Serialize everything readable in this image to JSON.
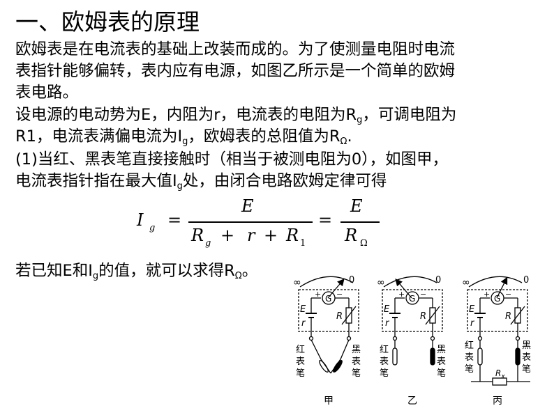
{
  "title": "一、欧姆表的原理",
  "para1": {
    "line1": " 欧姆表是在电流表的基础上改装而成的。为了使测量电阻时电流",
    "line2": "表指针能够偏转，表内应有电源，如图乙所示是一个简单的欧姆",
    "line3": "表电路。"
  },
  "para2": {
    "line1_a": "  设电源的电动势为E，内阻为r，电流表的电阻为R",
    "line1_sub": "g",
    "line1_b": "，可调电阻为",
    "line2_a": "R1，电流表满偏电流为I",
    "line2_sub1": "g",
    "line2_b": "，欧姆表的总阻值为R",
    "line2_sub2": "Ω",
    "line2_c": "."
  },
  "para3": {
    "line1": "(1)当红、黑表笔直接接触时（相当于被测电阻为0），如图甲，",
    "line2_a": "电流表指针指在最大值I",
    "line2_sub": "g",
    "line2_b": "处，由闭合电路欧姆定律可得"
  },
  "formula": {
    "lhs": "I",
    "lhs_sub": "g",
    "eq1": "=",
    "num1": "E",
    "den1_a": "R",
    "den1_a_sub": "g",
    "den1_plus1": "+",
    "den1_b": "r",
    "den1_plus2": "+",
    "den1_c": "R",
    "den1_c_sub": "1",
    "eq2": "=",
    "num2": "E",
    "den2": "R",
    "den2_sub": "Ω"
  },
  "para4": {
    "text_a": "若已知E和I",
    "sub1": "g",
    "text_b": "的值，就可以求得R",
    "sub2": "Ω",
    "text_c": "。"
  },
  "circuit": {
    "scale_inf": "∞",
    "scale_zero": "0",
    "plus": "+",
    "minus": "−",
    "galvanometer": "G",
    "emf": "E",
    "internal": "r",
    "resistor": "R",
    "red_probe": [
      "红",
      "表",
      "笔"
    ],
    "black_probe": [
      "黑",
      "表",
      "笔"
    ],
    "rx": "R",
    "rx_sub": "x",
    "labels": [
      "甲",
      "乙",
      "丙"
    ]
  }
}
